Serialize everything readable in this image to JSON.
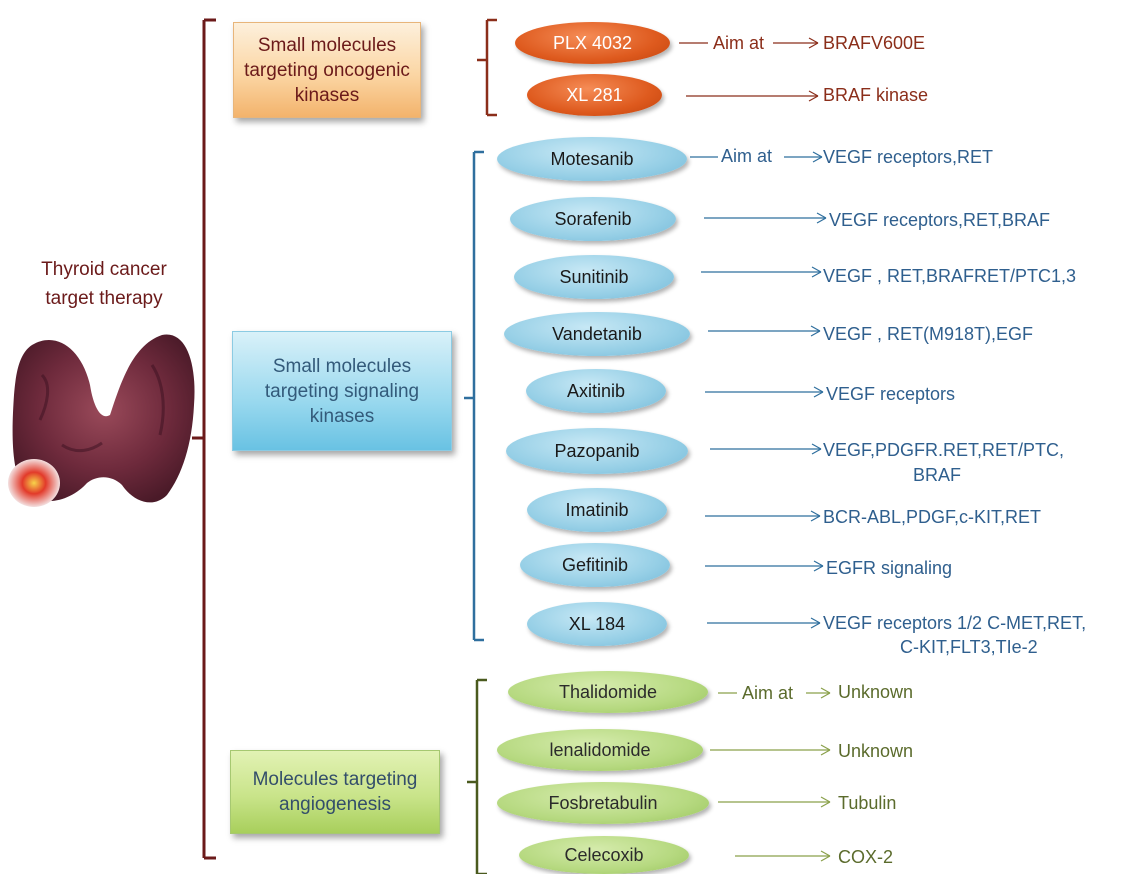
{
  "root": {
    "line1": "Thyroid cancer",
    "line2": "target therapy"
  },
  "aim_label": "Aim at",
  "colors": {
    "onco": "#8b2e1a",
    "signal": "#2f6f9e",
    "angio": "#4a5a1e",
    "root_bracket": "#6b1a1a"
  },
  "categories": [
    {
      "id": "onco",
      "label": "Small molecules targeting oncogenic kinases",
      "drugs": [
        {
          "name": "PLX 4032",
          "target": "BRAFV600E"
        },
        {
          "name": "XL 281",
          "target": "BRAF kinase"
        }
      ]
    },
    {
      "id": "signal",
      "label": "Small molecules targeting signaling kinases",
      "drugs": [
        {
          "name": "Motesanib",
          "target": "VEGF receptors,RET"
        },
        {
          "name": "Sorafenib",
          "target": "VEGF receptors,RET,BRAF"
        },
        {
          "name": "Sunitinib",
          "target": "VEGF , RET,BRAFRET/PTC1,3"
        },
        {
          "name": "Vandetanib",
          "target": "VEGF , RET(M918T),EGF"
        },
        {
          "name": "Axitinib",
          "target": "VEGF receptors"
        },
        {
          "name": "Pazopanib",
          "target": "VEGF,PDGFR.RET,RET/PTC,",
          "target_line2": "BRAF"
        },
        {
          "name": "Imatinib",
          "target": "BCR-ABL,PDGF,c-KIT,RET"
        },
        {
          "name": "Gefitinib",
          "target": "EGFR signaling"
        },
        {
          "name": "XL 184",
          "target": "VEGF receptors 1/2 C-MET,RET,",
          "target_line2": "C-KIT,FLT3,TIe-2"
        }
      ]
    },
    {
      "id": "angio",
      "label": "Molecules targeting angiogenesis",
      "drugs": [
        {
          "name": "Thalidomide",
          "target": "Unknown"
        },
        {
          "name": "lenalidomide",
          "target": "Unknown"
        },
        {
          "name": "Fosbretabulin",
          "target": "Tubulin"
        },
        {
          "name": "Celecoxib",
          "target": "COX-2"
        }
      ]
    }
  ]
}
